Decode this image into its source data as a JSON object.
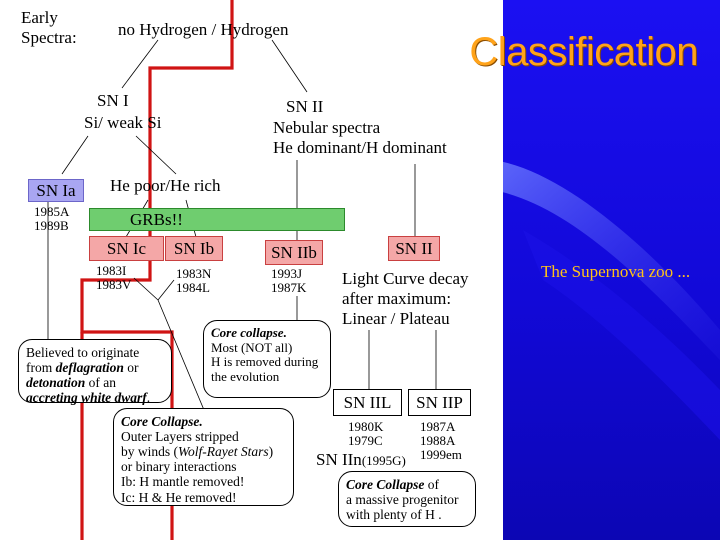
{
  "title": "Classification",
  "subtitle": "The Supernova zoo ...",
  "labels": {
    "early_spectra_1": "Early",
    "early_spectra_2": "Spectra:",
    "hydrogen_split": "no Hydrogen  / Hydrogen",
    "sn1_title": "SN I",
    "sn1_sub": "Si/ weak Si",
    "sn2_title": "SN II",
    "sn2_line1": "Nebular spectra",
    "sn2_line2": "He dominant/H dominant",
    "he_split": "He poor/He rich",
    "light_curve_1": "Light Curve decay",
    "light_curve_2": "after maximum:",
    "light_curve_3": "Linear / Plateau",
    "sniin_main": "SN IIn",
    "sniin_year": "(1995G)"
  },
  "boxes": {
    "sn_ia": "SN Ia",
    "grbs": "GRBs!!",
    "sn_ic": "SN Ic",
    "sn_ib": "SN Ib",
    "sn_iib": "SN IIb",
    "sn_ii": "SN II",
    "sn_iil": "SN IIL",
    "sn_iip": "SN IIP"
  },
  "examples": {
    "ia": [
      "1985A",
      "1989B"
    ],
    "ic": [
      "1983I",
      "1983V"
    ],
    "ib": [
      "1983N",
      "1984L"
    ],
    "iib": [
      "1993J",
      "1987K"
    ],
    "iil": [
      "1980K",
      "1979C"
    ],
    "iip": [
      "1987A",
      "1988A",
      "1999em"
    ]
  },
  "notes": {
    "deflagration": [
      {
        "parts": [
          {
            "t": "Believed to originate"
          }
        ]
      },
      {
        "parts": [
          {
            "t": "from "
          },
          {
            "t": "deflagration",
            "bi": true
          },
          {
            "t": "  or"
          }
        ]
      },
      {
        "parts": [
          {
            "t": "detonation",
            "bi": true
          },
          {
            "t": "  of an"
          }
        ]
      },
      {
        "parts": [
          {
            "t": "accreting white dwarf",
            "bi": true
          },
          {
            "t": "."
          }
        ]
      }
    ],
    "core_collapse_iib": [
      {
        "parts": [
          {
            "t": "Core collapse.",
            "bi": true
          }
        ]
      },
      {
        "parts": [
          {
            "t": "Most (NOT all)"
          }
        ]
      },
      {
        "parts": [
          {
            "t": "H is removed during"
          }
        ]
      },
      {
        "parts": [
          {
            "t": "the evolution"
          }
        ]
      }
    ],
    "core_collapse_ibc": [
      {
        "parts": [
          {
            "t": "Core Collapse.",
            "bi": true
          }
        ]
      },
      {
        "parts": [
          {
            "t": "Outer Layers stripped"
          }
        ]
      },
      {
        "parts": [
          {
            "t": "by winds ("
          },
          {
            "t": "Wolf-Rayet Stars",
            "i": true
          },
          {
            "t": ")"
          }
        ]
      },
      {
        "parts": [
          {
            "t": "or binary interactions"
          }
        ]
      },
      {
        "parts": [
          {
            "t": "Ib: H mantle removed!"
          }
        ]
      },
      {
        "parts": [
          {
            "t": "Ic: H & He removed!"
          }
        ]
      }
    ],
    "core_collapse_iin": [
      {
        "parts": [
          {
            "t": "Core Collapse",
            "bi": true
          },
          {
            "t": "  of"
          }
        ]
      },
      {
        "parts": [
          {
            "t": "a massive progenitor"
          }
        ]
      },
      {
        "parts": [
          {
            "t": "with plenty of H ."
          }
        ]
      }
    ]
  },
  "colors": {
    "background_right": "#1b10f2",
    "title": "#ffa31a",
    "subtitle": "#ffc21a",
    "red_line": "#d01414",
    "pink_box": "#f4a7a7",
    "lavender_box": "#a9a6f2",
    "green_box": "#6fcd6f"
  }
}
